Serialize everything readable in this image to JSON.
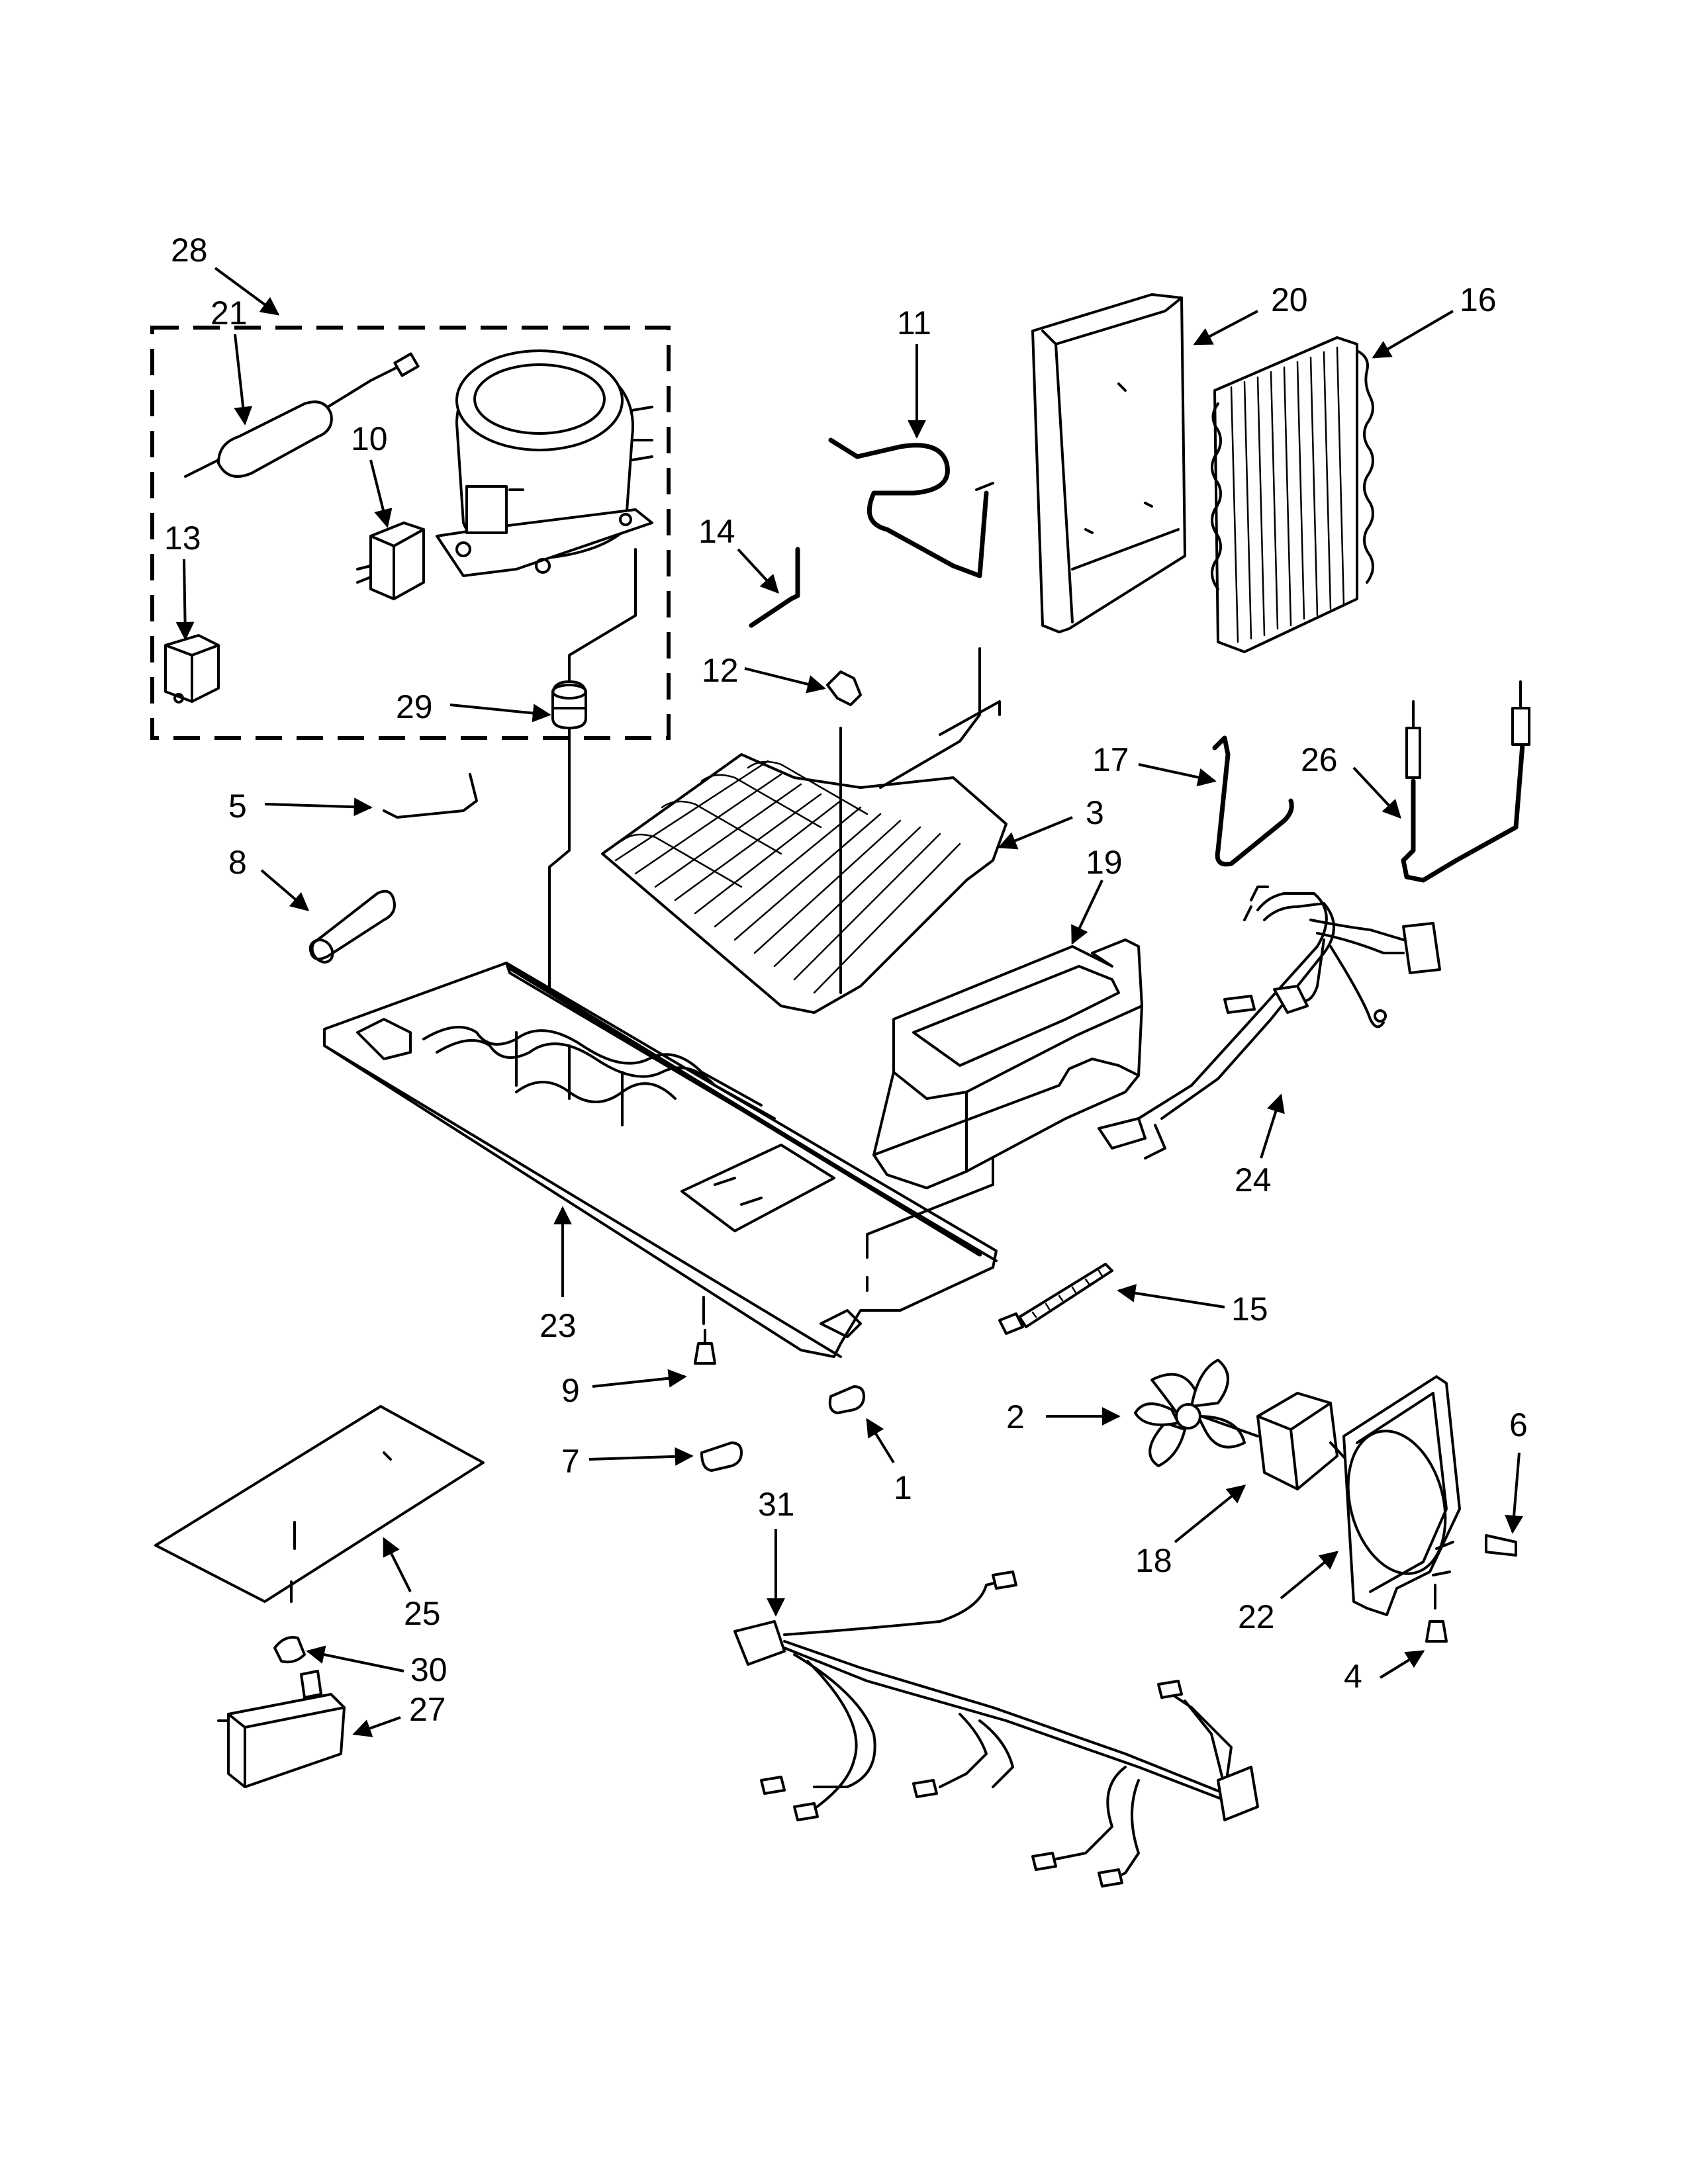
{
  "diagram": {
    "callouts": {
      "c1": "1",
      "c2": "2",
      "c3": "3",
      "c4": "4",
      "c5": "5",
      "c6": "6",
      "c7": "7",
      "c8": "8",
      "c9": "9",
      "c10": "10",
      "c11": "11",
      "c12": "12",
      "c13": "13",
      "c14": "14",
      "c15": "15",
      "c16": "16",
      "c17": "17",
      "c18": "18",
      "c19": "19",
      "c20": "20",
      "c21": "21",
      "c22": "22",
      "c23": "23",
      "c24": "24",
      "c25": "25",
      "c26": "26",
      "c27": "27",
      "c28": "28",
      "c29": "29",
      "c30": "30",
      "c31": "31"
    },
    "colors": {
      "line": "#000000",
      "background": "#ffffff"
    }
  }
}
